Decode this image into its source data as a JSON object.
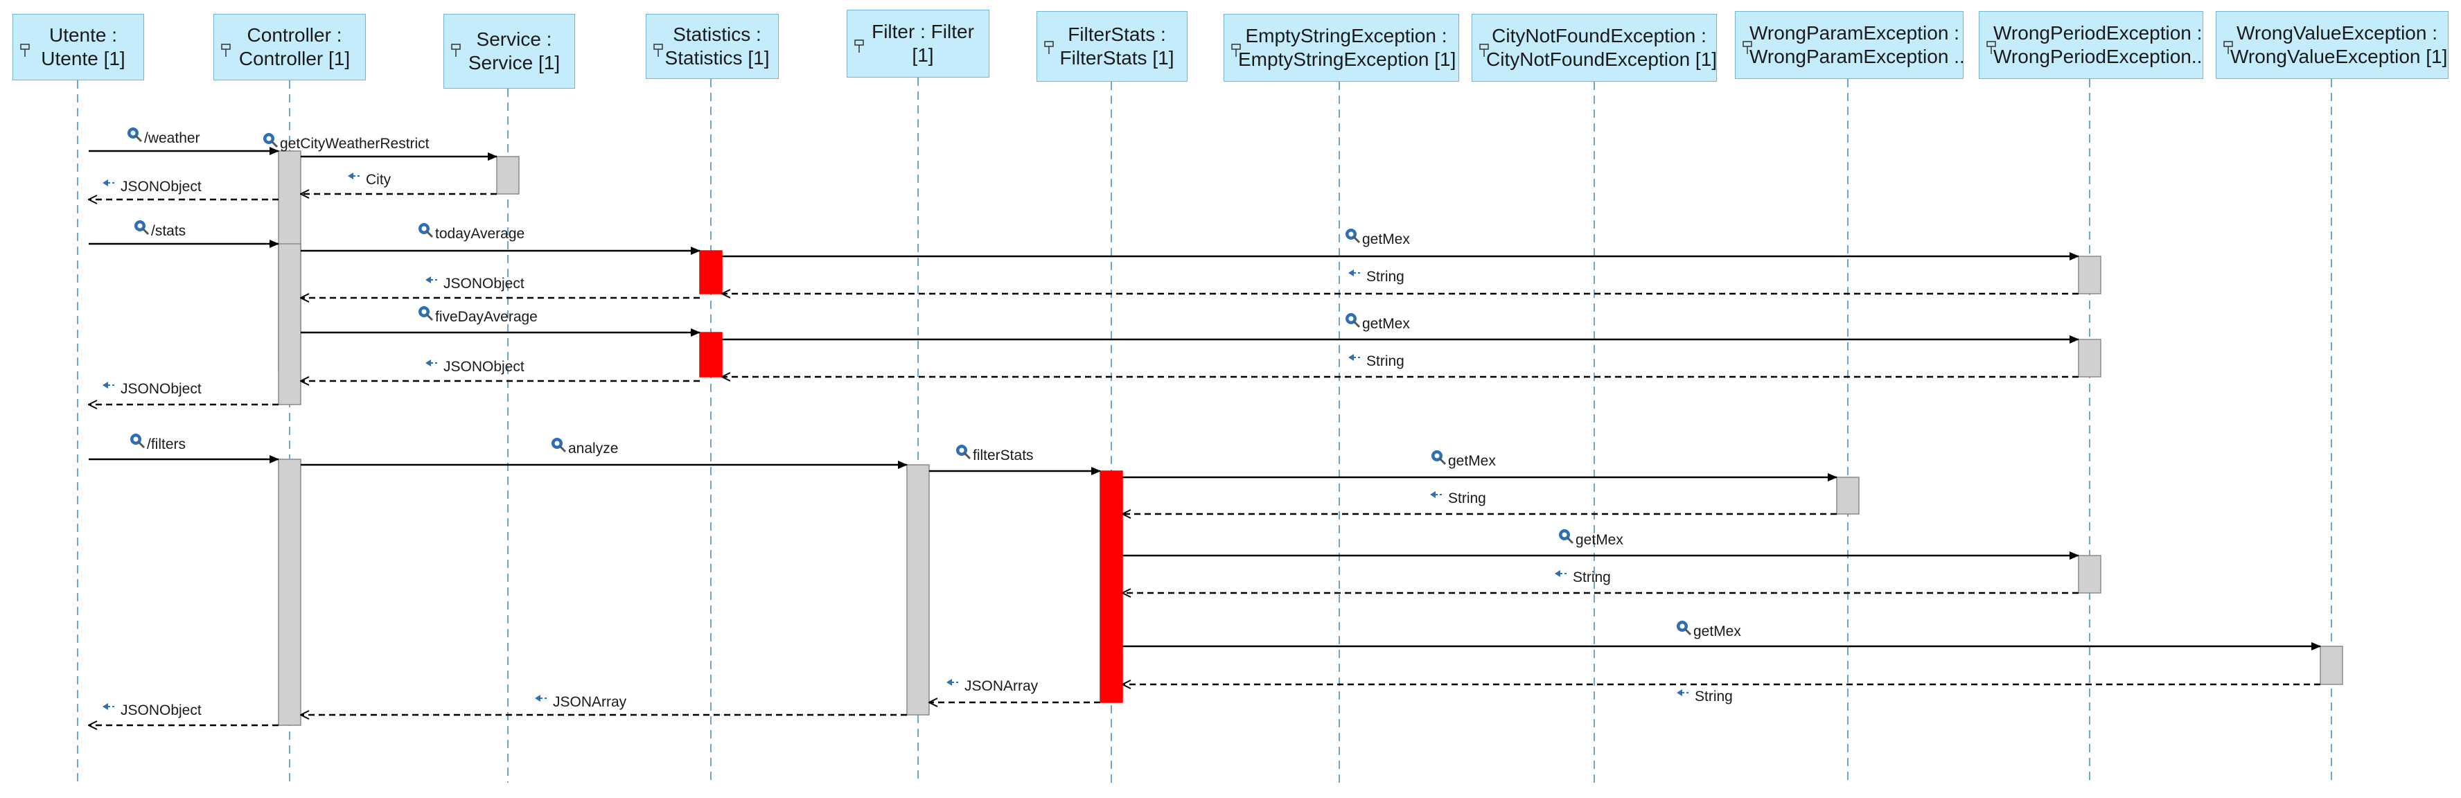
{
  "diagram": {
    "type": "sequence",
    "lifelines": [
      {
        "id": "utente",
        "line1": "Utente :",
        "line2": "Utente [1]"
      },
      {
        "id": "controller",
        "line1": "Controller :",
        "line2": "Controller [1]"
      },
      {
        "id": "service",
        "line1": "Service :",
        "line2": "Service [1]"
      },
      {
        "id": "statistics",
        "line1": "Statistics :",
        "line2": "Statistics [1]"
      },
      {
        "id": "filter",
        "line1": "Filter : Filter",
        "line2": "[1]"
      },
      {
        "id": "filterstats",
        "line1": "FilterStats :",
        "line2": "FilterStats [1]"
      },
      {
        "id": "emptystring",
        "line1": "EmptyStringException :",
        "line2": "EmptyStringException [1]"
      },
      {
        "id": "citynotfound",
        "line1": "CityNotFoundException :",
        "line2": "CityNotFoundException [1]"
      },
      {
        "id": "wrongparam",
        "line1": "WrongParamException :",
        "line2": "WrongParamException ..."
      },
      {
        "id": "wrongperiod",
        "line1": "WrongPeriodException :",
        "line2": "WrongPeriodException..."
      },
      {
        "id": "wrongvalue",
        "line1": "WrongValueException :",
        "line2": "WrongValueException [1]"
      }
    ],
    "messages": [
      {
        "from": "utente",
        "to": "controller",
        "label": "/weather",
        "kind": "call"
      },
      {
        "from": "controller",
        "to": "service",
        "label": "getCityWeatherRestrict",
        "kind": "call"
      },
      {
        "from": "service",
        "to": "controller",
        "label": "City",
        "kind": "return"
      },
      {
        "from": "controller",
        "to": "utente",
        "label": "JSONObject",
        "kind": "return"
      },
      {
        "from": "utente",
        "to": "controller",
        "label": "/stats",
        "kind": "call"
      },
      {
        "from": "controller",
        "to": "statistics",
        "label": "todayAverage",
        "kind": "call"
      },
      {
        "from": "statistics",
        "to": "wrongperiod",
        "label": "getMex",
        "kind": "call"
      },
      {
        "from": "wrongperiod",
        "to": "statistics",
        "label": "String",
        "kind": "return"
      },
      {
        "from": "statistics",
        "to": "controller",
        "label": "JSONObject",
        "kind": "return"
      },
      {
        "from": "controller",
        "to": "statistics",
        "label": "fiveDayAverage",
        "kind": "call"
      },
      {
        "from": "statistics",
        "to": "wrongperiod",
        "label": "getMex",
        "kind": "call"
      },
      {
        "from": "wrongperiod",
        "to": "statistics",
        "label": "String",
        "kind": "return"
      },
      {
        "from": "statistics",
        "to": "controller",
        "label": "JSONObject",
        "kind": "return"
      },
      {
        "from": "controller",
        "to": "utente",
        "label": "JSONObject",
        "kind": "return"
      },
      {
        "from": "utente",
        "to": "controller",
        "label": "/filters",
        "kind": "call"
      },
      {
        "from": "controller",
        "to": "filter",
        "label": "analyze",
        "kind": "call"
      },
      {
        "from": "filter",
        "to": "filterstats",
        "label": "filterStats",
        "kind": "call"
      },
      {
        "from": "filterstats",
        "to": "wrongparam",
        "label": "getMex",
        "kind": "call"
      },
      {
        "from": "wrongparam",
        "to": "filterstats",
        "label": "String",
        "kind": "return"
      },
      {
        "from": "filterstats",
        "to": "wrongperiod",
        "label": "getMex",
        "kind": "call"
      },
      {
        "from": "wrongperiod",
        "to": "filterstats",
        "label": "String",
        "kind": "return"
      },
      {
        "from": "filterstats",
        "to": "wrongvalue",
        "label": "getMex",
        "kind": "call"
      },
      {
        "from": "wrongvalue",
        "to": "filterstats",
        "label": "String",
        "kind": "return"
      },
      {
        "from": "filterstats",
        "to": "filter",
        "label": "JSONArray",
        "kind": "return"
      },
      {
        "from": "filter",
        "to": "controller",
        "label": "JSONArray",
        "kind": "return"
      },
      {
        "from": "controller",
        "to": "utente",
        "label": "JSONObject",
        "kind": "return"
      }
    ],
    "activations": [
      {
        "lifeline": "controller",
        "style": "normal"
      },
      {
        "lifeline": "service",
        "style": "normal"
      },
      {
        "lifeline": "controller",
        "style": "normal"
      },
      {
        "lifeline": "statistics",
        "style": "highlight"
      },
      {
        "lifeline": "wrongperiod",
        "style": "normal"
      },
      {
        "lifeline": "statistics",
        "style": "highlight"
      },
      {
        "lifeline": "wrongperiod",
        "style": "normal"
      },
      {
        "lifeline": "controller",
        "style": "normal"
      },
      {
        "lifeline": "filter",
        "style": "normal"
      },
      {
        "lifeline": "filterstats",
        "style": "highlight"
      },
      {
        "lifeline": "wrongparam",
        "style": "normal"
      },
      {
        "lifeline": "wrongperiod",
        "style": "normal"
      },
      {
        "lifeline": "wrongvalue",
        "style": "normal"
      }
    ],
    "colors": {
      "header_fill": "#c5ecfb",
      "header_border": "#6fb8d8",
      "lifeline": "#6aa6d6",
      "activation": "#d0d0d0",
      "activation_border": "#8a8a8a",
      "highlight": "#ff0000",
      "arrow": "#000000",
      "message_icon": "#2e6fb8"
    }
  }
}
